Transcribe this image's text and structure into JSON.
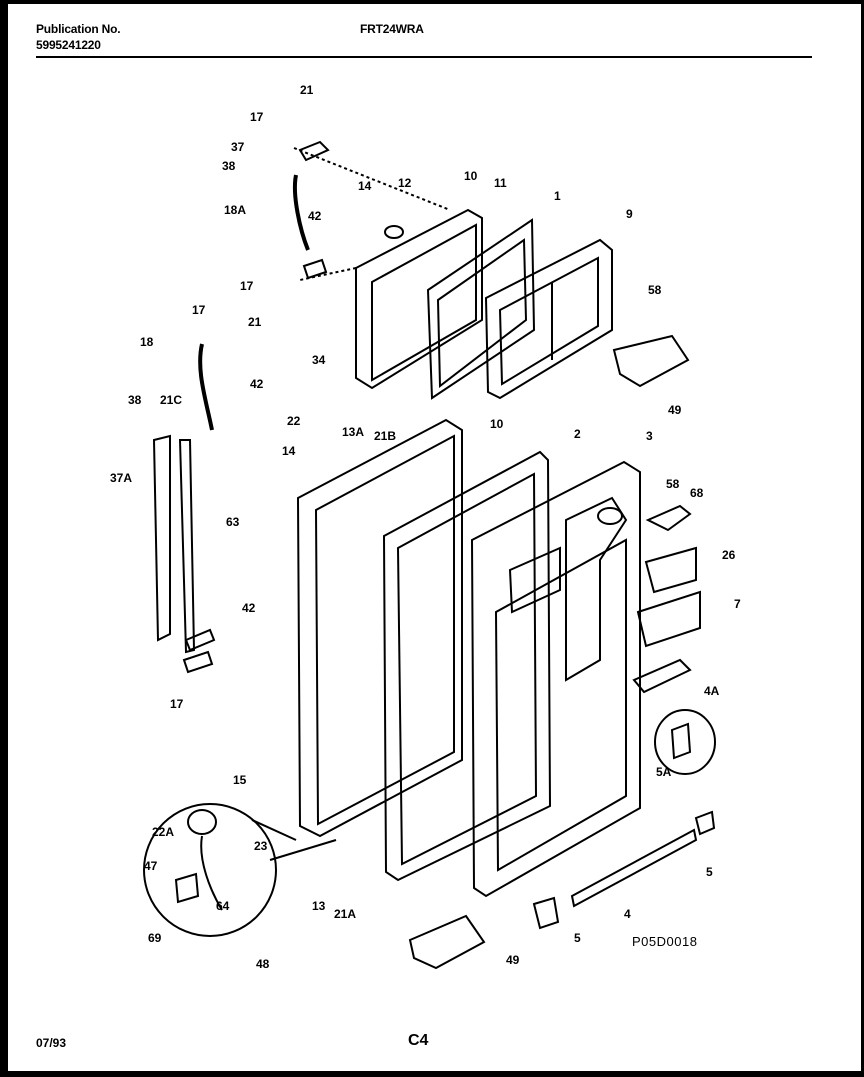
{
  "header": {
    "publication_label": "Publication No.",
    "publication_number": "5995241220",
    "model": "FRT24WRA"
  },
  "footer": {
    "date": "07/93",
    "page": "C4",
    "diagram_code": "P05D0018"
  },
  "part_labels": [
    "21",
    "17",
    "37",
    "38",
    "18A",
    "42",
    "17",
    "14",
    "12",
    "10",
    "11",
    "1",
    "9",
    "58",
    "17",
    "21",
    "18",
    "42",
    "34",
    "13A",
    "21B",
    "10",
    "38",
    "21C",
    "22",
    "14",
    "37A",
    "63",
    "2",
    "3",
    "58",
    "68",
    "26",
    "7",
    "42",
    "17",
    "4A",
    "5A",
    "15",
    "22A",
    "23",
    "47",
    "13",
    "21A",
    "69",
    "64",
    "48",
    "5",
    "4",
    "5",
    "49",
    "49"
  ]
}
